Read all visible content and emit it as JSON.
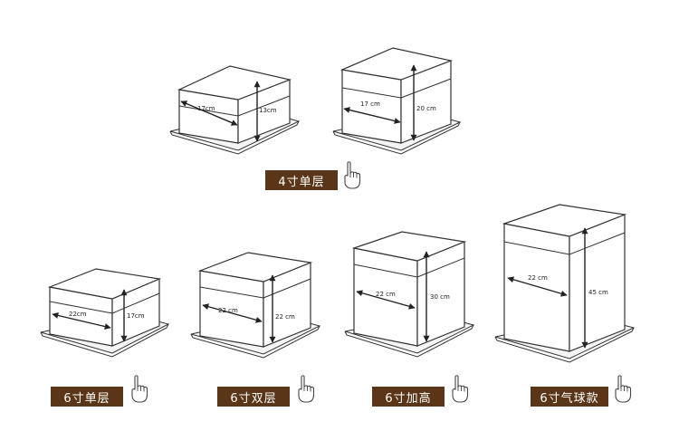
{
  "groups": {
    "four_inch_label": "4寸单层",
    "six_single_label": "6寸单层",
    "six_double_label": "6寸双层",
    "six_tall_label": "6寸加高",
    "six_balloon_label": "6寸气球款"
  },
  "boxes": [
    {
      "id": "box-4-single-a",
      "width_label": "17cm",
      "height_label": "13cm"
    },
    {
      "id": "box-4-single-b",
      "width_label": "17 cm",
      "height_label": "20 cm"
    },
    {
      "id": "box-6-single",
      "width_label": "22cm",
      "height_label": "17cm"
    },
    {
      "id": "box-6-double",
      "width_label": "22 cm",
      "height_label": "22 cm"
    },
    {
      "id": "box-6-tall",
      "width_label": "22 cm",
      "height_label": "30 cm"
    },
    {
      "id": "box-6-balloon",
      "width_label": "22 cm",
      "height_label": "45 cm"
    }
  ],
  "icons": {
    "pointer": "pointing-hand-icon"
  },
  "colors": {
    "label_bg": "#5a3517",
    "label_text": "#ffffff",
    "line": "#333333"
  }
}
